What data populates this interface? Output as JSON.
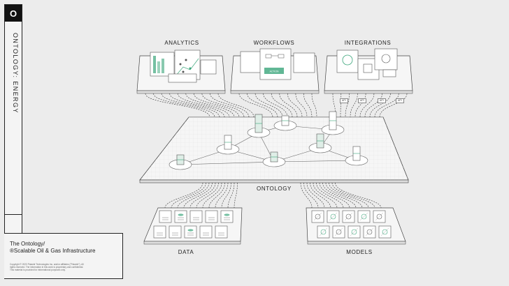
{
  "logo": "O",
  "sidebar_title": "ONTOLOGY: ENERGY",
  "caption": {
    "line1": "The Ontology/",
    "line2": "®Scalable Oil & Gas Infrastructure",
    "small": "Copyright © 2023 Palantir Technologies Inc. and/or affiliates (\"Palantir\"). All rights reserved. The information in this work is proprietary and confidential. This material is provided for informational purposes only."
  },
  "labels": {
    "analytics": "ANALYTICS",
    "workflows": "WORKFLOWS",
    "integrations": "INTEGRATIONS",
    "ontology": "ONTOLOGY",
    "data": "DATA",
    "models": "MODELS"
  },
  "api_tags": [
    "API",
    "API",
    "API",
    "API"
  ],
  "workflow_button": "ACTION",
  "colors": {
    "background": "#ececec",
    "panel": "#f6f6f6",
    "accent": "#3aa57a",
    "line": "#333333"
  }
}
